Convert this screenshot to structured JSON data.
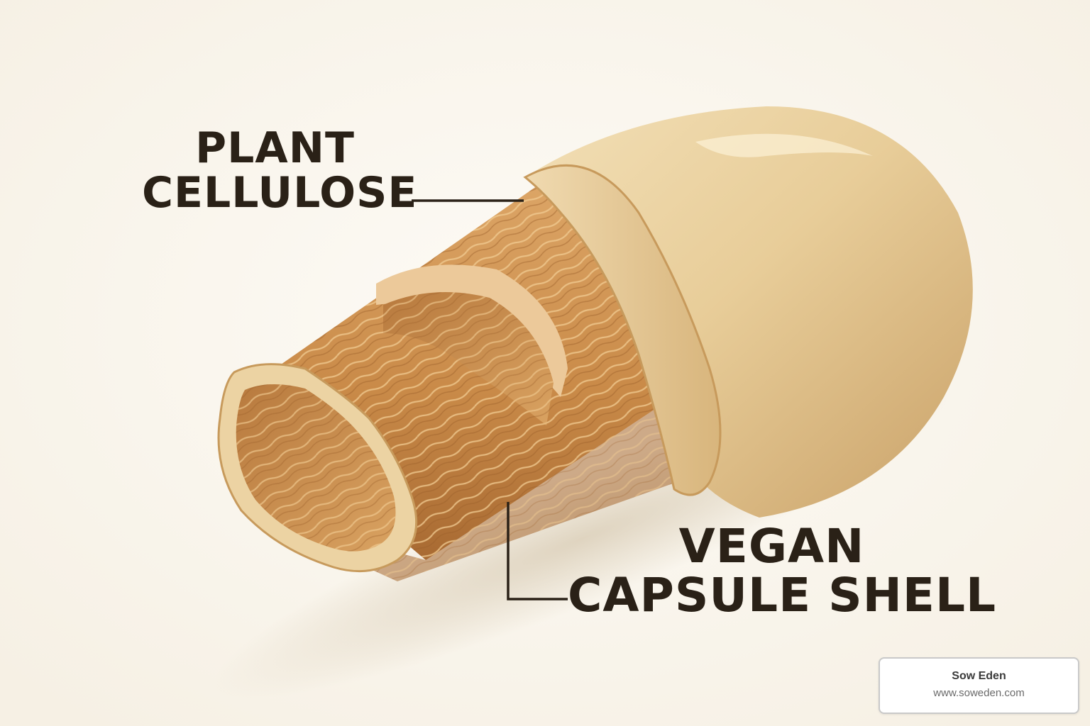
{
  "labels": {
    "plant_cellulose": {
      "line1": "PLANT",
      "line2": "CELLULOSE"
    },
    "vegan_capsule_shell": {
      "line1": "VEGAN",
      "line2": "CAPSULE SHELL"
    }
  },
  "credit": {
    "name": "Sow Eden",
    "url": "www.soweden.com"
  },
  "colors": {
    "background": "#fbf8f1",
    "capsule_cap": "#e7cc98",
    "cellulose_tube": "#cf9150",
    "text": "#2a2117",
    "leader_line": "#2a2117"
  }
}
